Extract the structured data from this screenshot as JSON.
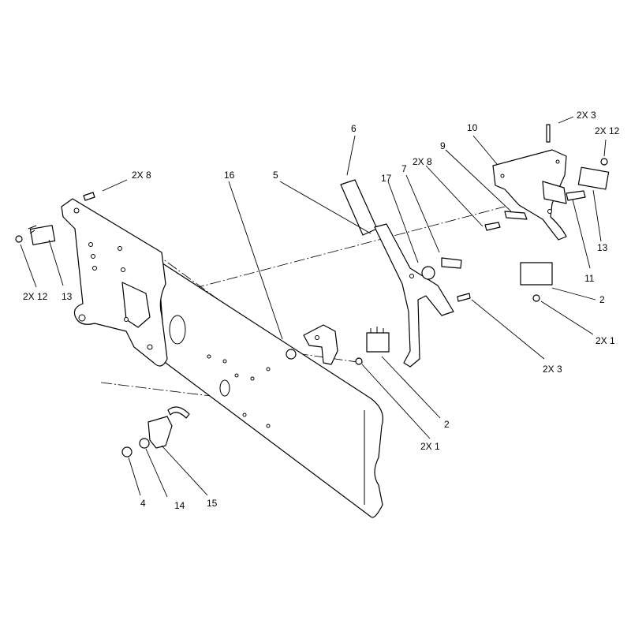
{
  "labels": {
    "p16": "16",
    "p5": "5",
    "p6": "6",
    "p17": "17",
    "p7": "7",
    "p2x8_right": "2X 8",
    "p9": "9",
    "p10": "10",
    "p2x3_top": "2X 3",
    "p2x12_right": "2X 12",
    "p13_right": "13",
    "p11": "11",
    "p2_right": "2",
    "p2x1_right": "2X 1",
    "p2x3_mid": "2X 3",
    "p2_mid": "2",
    "p2x1_mid": "2X 1",
    "p2x8_left": "2X 8",
    "p2x12_left": "2X 12",
    "p13_left": "13",
    "p4": "4",
    "p14": "14",
    "p15": "15"
  }
}
